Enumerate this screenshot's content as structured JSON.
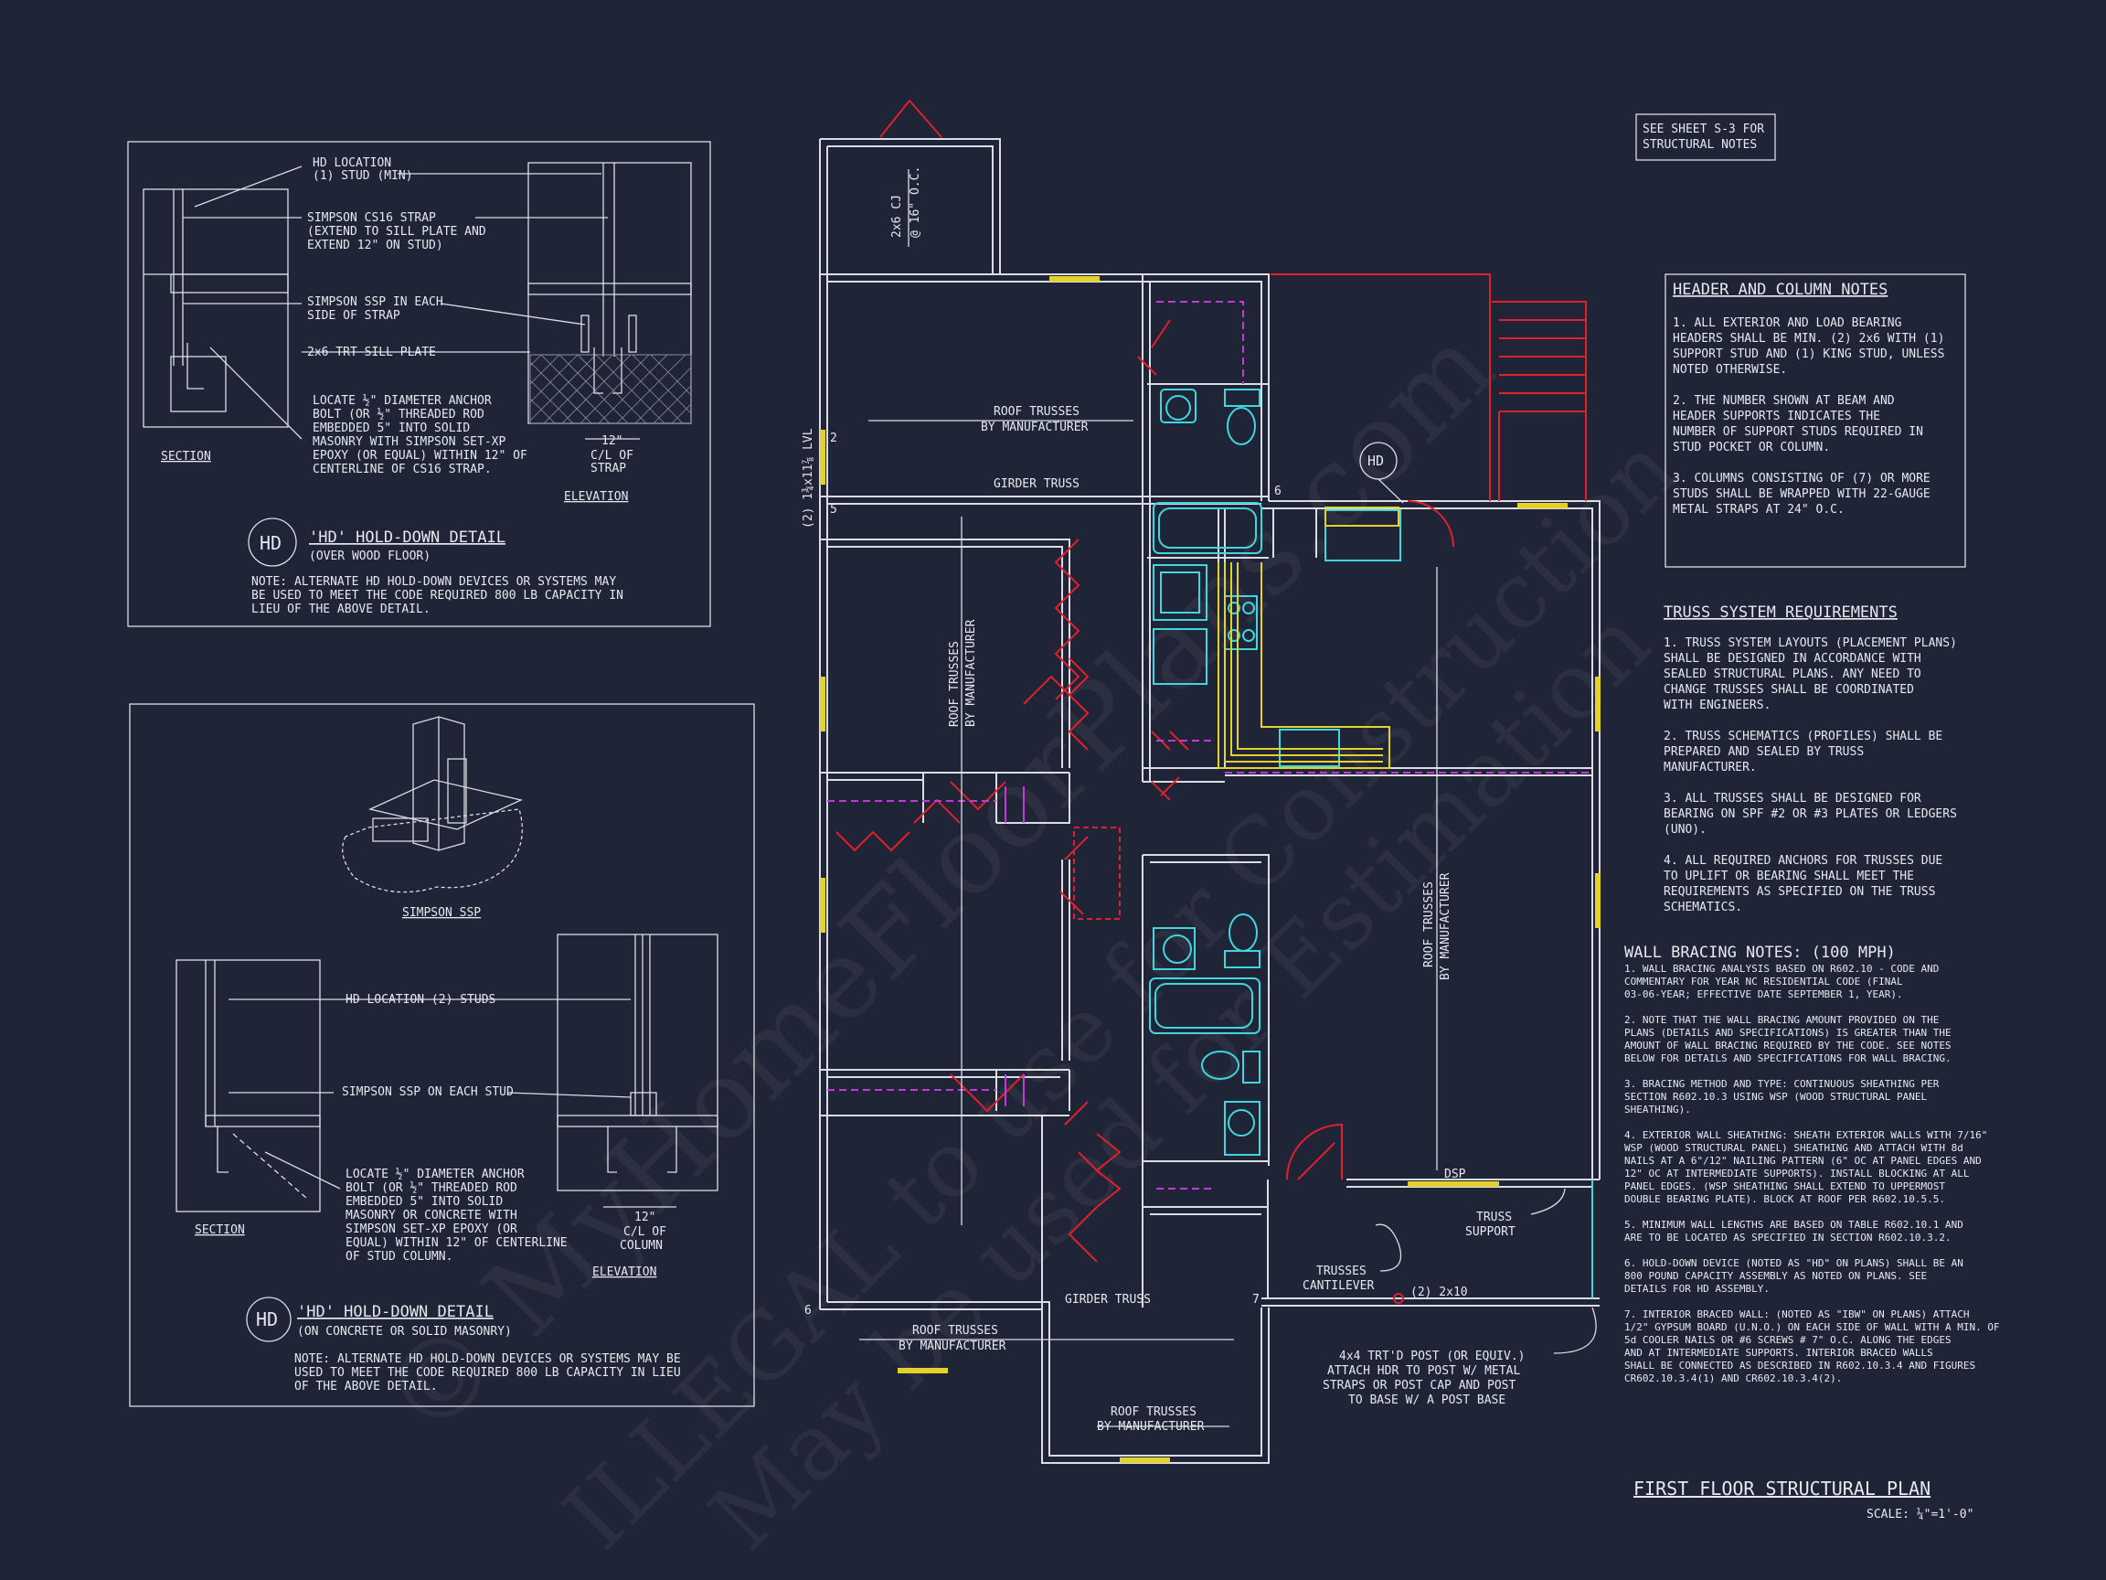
{
  "colors": {
    "background": "#1f2436",
    "linework": "#dcdce4",
    "doors": "#e0202c",
    "bracing": "#c23ad6",
    "fixtures": "#3fd6e0",
    "headers": "#e3d22a"
  },
  "watermark": [
    "© MyHomeFloorPlans.com",
    "ILLEGAL to use for Construction",
    "May be used for Estimation"
  ],
  "detail_top": {
    "callouts": [
      "HD LOCATION",
      "(1) STUD (MIN)",
      "SIMPSON CS16 STRAP",
      "(EXTEND TO SILL PLATE AND",
      "EXTEND 12\" ON STUD)",
      "SIMPSON SSP IN EACH",
      "SIDE OF STRAP",
      "2x6 TRT SILL PLATE",
      "LOCATE ½\" DIAMETER ANCHOR",
      "BOLT (OR ½\" THREADED ROD",
      "EMBEDDED 5\" INTO SOLID",
      "MASONRY WITH SIMPSON SET-XP",
      "EPOXY (OR EQUAL) WITHIN 12\" OF",
      "CENTERLINE OF CS16 STRAP."
    ],
    "section_label": "SECTION",
    "elevation_label": "ELEVATION",
    "dim_12": "12\"",
    "cl_label": "C/L OF",
    "strap_label": "STRAP",
    "bubble": "HD",
    "title": "'HD' HOLD-DOWN DETAIL",
    "subtitle": "(OVER WOOD FLOOR)",
    "note": [
      "NOTE: ALTERNATE HD HOLD-DOWN DEVICES OR SYSTEMS MAY",
      "BE USED TO MEET THE CODE REQUIRED 800 LB CAPACITY IN",
      "LIEU OF THE ABOVE DETAIL."
    ]
  },
  "detail_bottom": {
    "ssp_label": "SIMPSON SSP",
    "hd_location": "HD LOCATION (2) STUDS",
    "ssp_each": "SIMPSON SSP ON EACH STUD",
    "anchor": [
      "LOCATE ½\" DIAMETER ANCHOR",
      "BOLT (OR ½\" THREADED ROD",
      "EMBEDDED 5\" INTO SOLID",
      "MASONRY OR CONCRETE WITH",
      "SIMPSON SET-XP EPOXY (OR",
      "EQUAL) WITHIN 12\" OF CENTERLINE",
      "OF STUD COLUMN."
    ],
    "section_label": "SECTION",
    "elevation_label": "ELEVATION",
    "dim_12": "12\"",
    "cl_label": "C/L OF",
    "column_label": "COLUMN",
    "bubble": "HD",
    "title": "'HD' HOLD-DOWN DETAIL",
    "subtitle": "(ON CONCRETE OR SOLID MASONRY)",
    "note": [
      "NOTE: ALTERNATE HD HOLD-DOWN DEVICES OR SYSTEMS MAY BE",
      "USED TO MEET THE CODE REQUIRED 800 LB CAPACITY IN LIEU",
      "OF THE ABOVE DETAIL."
    ]
  },
  "plan": {
    "cj_label": [
      "2x6 CJ",
      "@ 16\" O.C."
    ],
    "lvl_label": "(2) 1¾x11⅞ LVL",
    "roof_trusses": "ROOF TRUSSES",
    "by_manufacturer": "BY MANUFACTURER",
    "girder_truss": "GIRDER TRUSS",
    "hd_bubble": "HD",
    "dsp": "DSP",
    "truss_support": [
      "TRUSS",
      "SUPPORT"
    ],
    "trusses_cantilever": [
      "TRUSSES",
      "CANTILEVER"
    ],
    "header_2x10": "(2) 2x10",
    "post_note": [
      "4x4 TRT'D POST (OR EQUIV.)",
      "ATTACH HDR TO POST W/ METAL",
      "STRAPS OR POST CAP AND POST",
      "TO BASE W/ A POST BASE"
    ],
    "markers": [
      "2",
      "5",
      "6",
      "6",
      "7"
    ]
  },
  "see_sheet": [
    "SEE SHEET S-3 FOR",
    "STRUCTURAL NOTES"
  ],
  "header_notes": {
    "title": "HEADER AND COLUMN NOTES",
    "lines": [
      "1. ALL EXTERIOR AND LOAD BEARING",
      "HEADERS SHALL BE MIN. (2) 2x6 WITH (1)",
      "SUPPORT STUD AND (1) KING STUD, UNLESS",
      "NOTED OTHERWISE.",
      "",
      "2. THE NUMBER SHOWN AT BEAM AND",
      "HEADER SUPPORTS INDICATES THE",
      "NUMBER OF SUPPORT STUDS REQUIRED IN",
      "STUD POCKET OR COLUMN.",
      "",
      "3. COLUMNS CONSISTING OF (7) OR MORE",
      "STUDS SHALL BE WRAPPED WITH 22-GAUGE",
      "METAL STRAPS AT 24\" O.C."
    ]
  },
  "truss_requirements": {
    "title": "TRUSS SYSTEM REQUIREMENTS",
    "lines": [
      "1. TRUSS SYSTEM LAYOUTS (PLACEMENT PLANS)",
      "SHALL BE DESIGNED IN ACCORDANCE WITH",
      "SEALED STRUCTURAL PLANS. ANY NEED TO",
      "CHANGE TRUSSES SHALL BE COORDINATED",
      "WITH ENGINEERS.",
      "",
      "2. TRUSS SCHEMATICS (PROFILES) SHALL BE",
      "PREPARED AND SEALED BY TRUSS",
      "MANUFACTURER.",
      "",
      "3. ALL TRUSSES SHALL BE DESIGNED FOR",
      "BEARING ON SPF #2 OR #3 PLATES OR LEDGERS",
      "(UNO).",
      "",
      "4. ALL REQUIRED ANCHORS FOR TRUSSES DUE",
      "TO UPLIFT OR BEARING SHALL MEET THE",
      "REQUIREMENTS AS SPECIFIED ON THE TRUSS",
      "SCHEMATICS."
    ]
  },
  "wall_bracing": {
    "title": "WALL BRACING NOTES: (100 MPH)",
    "lines": [
      "1. WALL BRACING ANALYSIS BASED ON R602.10 - CODE AND",
      "COMMENTARY FOR YEAR NC RESIDENTIAL CODE (FINAL",
      "03-06-YEAR; EFFECTIVE DATE SEPTEMBER 1, YEAR).",
      "",
      "2. NOTE THAT THE WALL BRACING AMOUNT PROVIDED ON THE",
      "PLANS (DETAILS AND SPECIFICATIONS) IS GREATER THAN THE",
      "AMOUNT OF WALL BRACING REQUIRED BY THE CODE. SEE NOTES",
      "BELOW FOR DETAILS AND SPECIFICATIONS FOR WALL BRACING.",
      "",
      "3. BRACING METHOD AND TYPE: CONTINUOUS SHEATHING PER",
      "SECTION R602.10.3 USING WSP (WOOD STRUCTURAL PANEL",
      "SHEATHING).",
      "",
      "4. EXTERIOR WALL SHEATHING: SHEATH EXTERIOR WALLS WITH 7/16\"",
      "WSP (WOOD STRUCTURAL PANEL) SHEATHING AND ATTACH WITH 8d",
      "NAILS AT A 6\"/12\" NAILING PATTERN (6\" OC AT PANEL EDGES AND",
      "12\" OC AT INTERMEDIATE SUPPORTS). INSTALL BLOCKING AT ALL",
      "PANEL EDGES. (WSP SHEATHING SHALL EXTEND TO UPPERMOST",
      "DOUBLE BEARING PLATE). BLOCK AT ROOF PER R602.10.5.5.",
      "",
      "5. MINIMUM WALL LENGTHS ARE BASED ON TABLE R602.10.1 AND",
      "ARE TO BE LOCATED AS SPECIFIED IN SECTION R602.10.3.2.",
      "",
      "6. HOLD-DOWN DEVICE (NOTED AS \"HD\" ON PLANS) SHALL BE AN",
      "800 POUND CAPACITY ASSEMBLY AS NOTED ON PLANS. SEE",
      "DETAILS FOR HD ASSEMBLY.",
      "",
      "7. INTERIOR BRACED WALL: (NOTED AS \"IBW\" ON PLANS) ATTACH",
      "1/2\" GYPSUM BOARD (U.N.O.) ON EACH SIDE OF WALL WITH A MIN. OF",
      "5d COOLER NAILS OR #6 SCREWS # 7\" O.C. ALONG THE EDGES",
      "AND AT INTERMEDIATE SUPPORTS. INTERIOR BRACED WALLS",
      "SHALL BE CONNECTED AS DESCRIBED IN R602.10.3.4 AND FIGURES",
      "CR602.10.3.4(1) AND CR602.10.3.4(2)."
    ]
  },
  "sheet_title": "FIRST FLOOR STRUCTURAL PLAN",
  "scale": "SCALE: ¼\"=1'-0\""
}
